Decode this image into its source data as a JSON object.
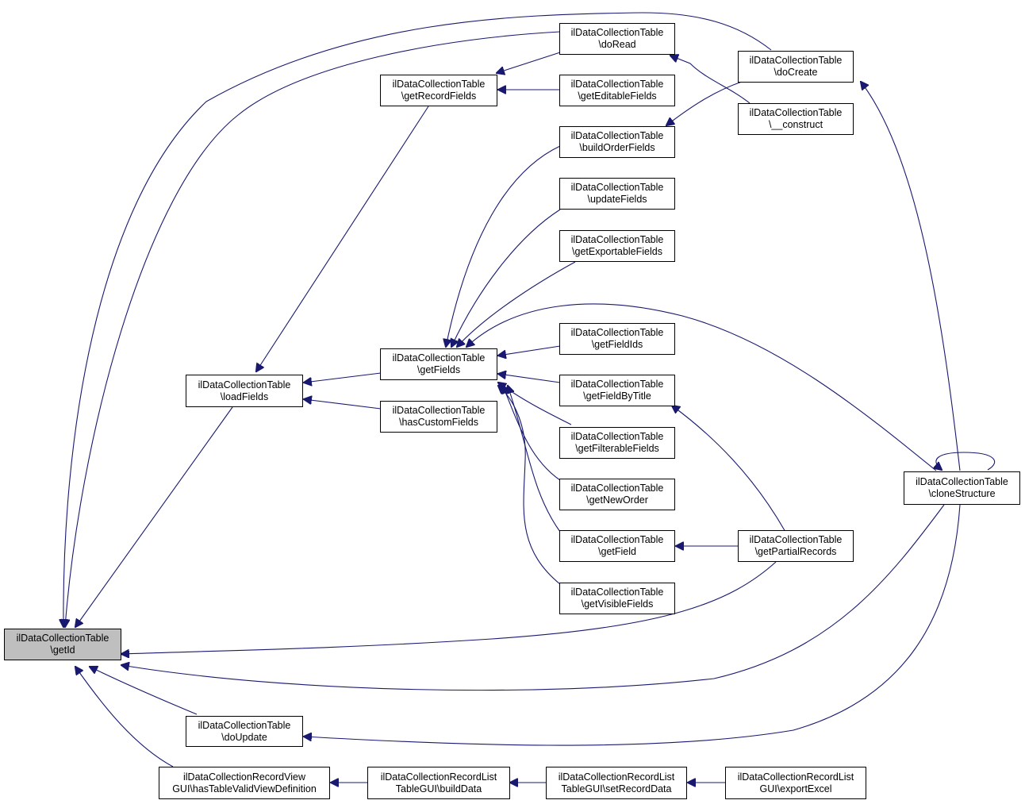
{
  "colors": {
    "edge": "#191970",
    "node_border": "#000000",
    "root_fill": "#bfbfbf",
    "node_fill": "#ffffff"
  },
  "nodes": {
    "getId": {
      "l1": "ilDataCollectionTable",
      "l2": "\\getId"
    },
    "loadFields": {
      "l1": "ilDataCollectionTable",
      "l2": "\\loadFields"
    },
    "doUpdate": {
      "l1": "ilDataCollectionTable",
      "l2": "\\doUpdate"
    },
    "hasValidView": {
      "l1": "ilDataCollectionRecordView",
      "l2": "GUI\\hasTableValidViewDefinition"
    },
    "getRecordFields": {
      "l1": "ilDataCollectionTable",
      "l2": "\\getRecordFields"
    },
    "getFields": {
      "l1": "ilDataCollectionTable",
      "l2": "\\getFields"
    },
    "hasCustomFields": {
      "l1": "ilDataCollectionTable",
      "l2": "\\hasCustomFields"
    },
    "buildData": {
      "l1": "ilDataCollectionRecordList",
      "l2": "TableGUI\\buildData"
    },
    "doRead": {
      "l1": "ilDataCollectionTable",
      "l2": "\\doRead"
    },
    "getEditable": {
      "l1": "ilDataCollectionTable",
      "l2": "\\getEditableFields"
    },
    "buildOrder": {
      "l1": "ilDataCollectionTable",
      "l2": "\\buildOrderFields"
    },
    "updateFields": {
      "l1": "ilDataCollectionTable",
      "l2": "\\updateFields"
    },
    "getExportable": {
      "l1": "ilDataCollectionTable",
      "l2": "\\getExportableFields"
    },
    "getFieldIds": {
      "l1": "ilDataCollectionTable",
      "l2": "\\getFieldIds"
    },
    "getFieldByTitle": {
      "l1": "ilDataCollectionTable",
      "l2": "\\getFieldByTitle"
    },
    "getFilterable": {
      "l1": "ilDataCollectionTable",
      "l2": "\\getFilterableFields"
    },
    "getNewOrder": {
      "l1": "ilDataCollectionTable",
      "l2": "\\getNewOrder"
    },
    "getField": {
      "l1": "ilDataCollectionTable",
      "l2": "\\getField"
    },
    "getVisible": {
      "l1": "ilDataCollectionTable",
      "l2": "\\getVisibleFields"
    },
    "setRecordData": {
      "l1": "ilDataCollectionRecordList",
      "l2": "TableGUI\\setRecordData"
    },
    "doCreate": {
      "l1": "ilDataCollectionTable",
      "l2": "\\doCreate"
    },
    "construct": {
      "l1": "ilDataCollectionTable",
      "l2": "\\__construct"
    },
    "partialRecords": {
      "l1": "ilDataCollectionTable",
      "l2": "\\getPartialRecords"
    },
    "cloneStructure": {
      "l1": "ilDataCollectionTable",
      "l2": "\\cloneStructure"
    },
    "exportExcel": {
      "l1": "ilDataCollectionRecordList",
      "l2": "GUI\\exportExcel"
    }
  }
}
